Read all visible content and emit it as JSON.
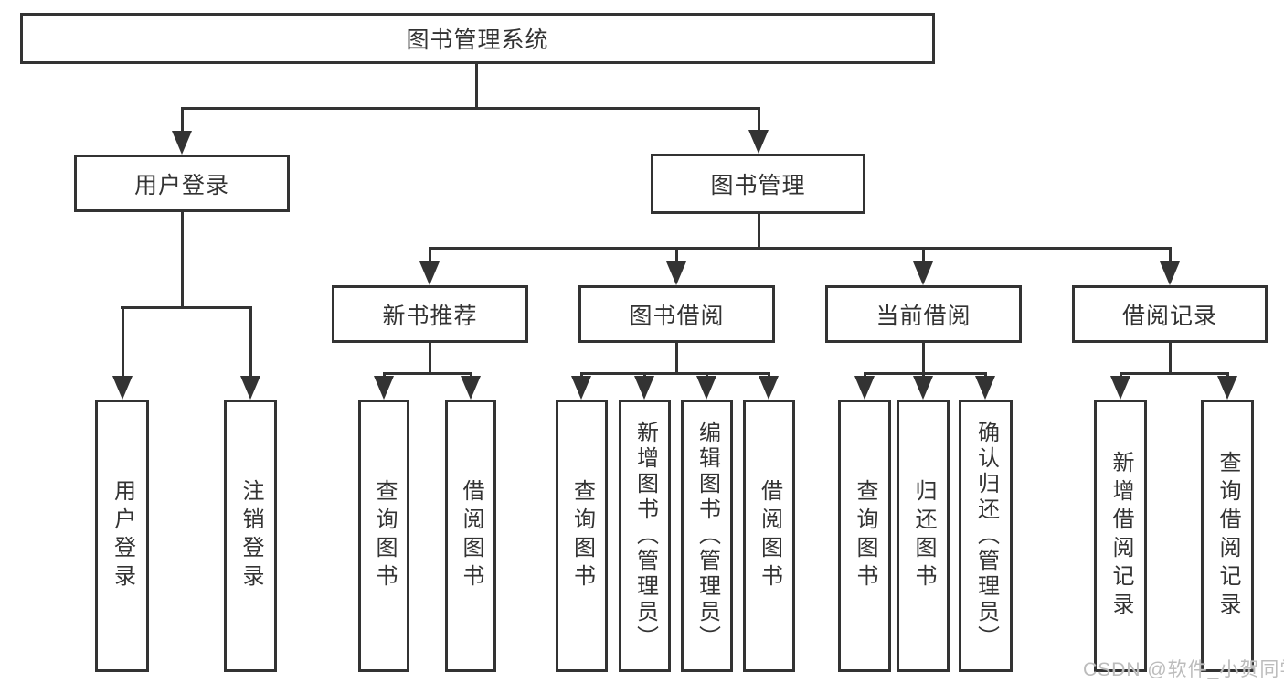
{
  "diagram": {
    "root": {
      "label": "图书管理系统"
    },
    "level2": {
      "user_login": {
        "label": "用户登录"
      },
      "book_mgmt": {
        "label": "图书管理"
      }
    },
    "level3": {
      "new_book_rec": {
        "label": "新书推荐"
      },
      "book_borrow": {
        "label": "图书借阅"
      },
      "current_borrow": {
        "label": "当前借阅"
      },
      "borrow_records": {
        "label": "借阅记录"
      }
    },
    "leaves": {
      "user_login_leaf": {
        "label": "用户登录"
      },
      "logout": {
        "label": "注销登录"
      },
      "rec_query_books": {
        "label": "查询图书"
      },
      "rec_borrow_books": {
        "label": "借阅图书"
      },
      "borrow_query_books": {
        "label": "查询图书"
      },
      "borrow_add_books": {
        "label": "新增图书（管理员）"
      },
      "borrow_edit_books": {
        "label": "编辑图书（管理员）"
      },
      "borrow_borrow_books": {
        "label": "借阅图书"
      },
      "current_query_books": {
        "label": "查询图书"
      },
      "current_return_books": {
        "label": "归还图书"
      },
      "current_confirm_return": {
        "label": "确认归还（管理员）"
      },
      "records_add_record": {
        "label": "新增借阅记录"
      },
      "records_query_record": {
        "label": "查询借阅记录"
      }
    }
  },
  "watermark": {
    "text": "CSDN @软件_小贺同学"
  },
  "colors": {
    "line": "#333333",
    "text": "#333333",
    "watermark": "#bcbcbc",
    "background": "#ffffff"
  }
}
